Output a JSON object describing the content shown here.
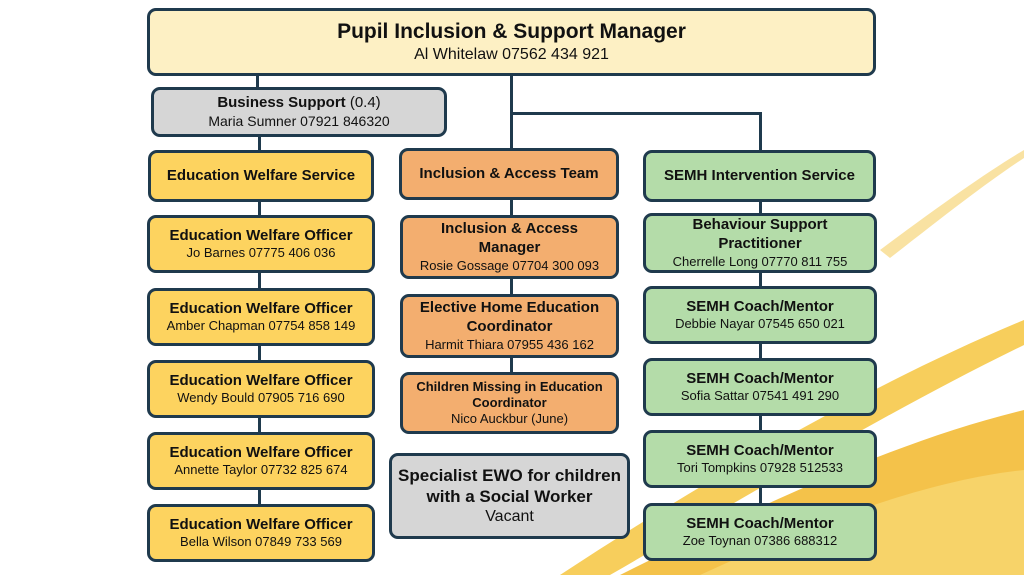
{
  "manager": {
    "title": "Pupil Inclusion & Support Manager",
    "person": "Al Whitelaw 07562 434 921"
  },
  "business": {
    "title": "Business Support",
    "fte": " (0.4)",
    "person": "Maria Sumner 07921 846320"
  },
  "columns": {
    "ews": {
      "header": "Education Welfare Service",
      "items": [
        {
          "title": "Education Welfare Officer",
          "person": "Jo Barnes 07775 406 036"
        },
        {
          "title": "Education Welfare Officer",
          "person": "Amber Chapman 07754 858 149"
        },
        {
          "title": "Education Welfare Officer",
          "person": "Wendy Bould 07905 716 690"
        },
        {
          "title": "Education Welfare Officer",
          "person": "Annette Taylor 07732 825 674"
        },
        {
          "title": "Education Welfare Officer",
          "person": "Bella Wilson 07849 733 569"
        }
      ]
    },
    "inclusion": {
      "header": "Inclusion & Access Team",
      "items": [
        {
          "title": "Inclusion & Access Manager",
          "person": "Rosie Gossage 07704 300 093"
        },
        {
          "title": "Elective Home Education Coordinator",
          "person": "Harmit Thiara 07955 436 162"
        },
        {
          "title": "Children Missing in Education Coordinator",
          "person": "Nico Auckbur (June)"
        }
      ],
      "specialist": {
        "title": "Specialist EWO for children with a Social Worker",
        "person": "Vacant"
      }
    },
    "semh": {
      "header": "SEMH Intervention Service",
      "items": [
        {
          "title": "Behaviour Support Practitioner",
          "person": "Cherrelle Long 07770 811 755"
        },
        {
          "title": "SEMH Coach/Mentor",
          "person": "Debbie Nayar 07545 650 021"
        },
        {
          "title": "SEMH Coach/Mentor",
          "person": "Sofia Sattar 07541 491 290"
        },
        {
          "title": "SEMH Coach/Mentor",
          "person": "Tori Tompkins 07928 512533"
        },
        {
          "title": "SEMH Coach/Mentor",
          "person": "Zoe Toynan 07386 688312"
        }
      ]
    }
  },
  "colors": {
    "yellow": "#fdd35f",
    "cream": "#fdf0c4",
    "grey": "#d6d6d6",
    "orange": "#f3ae6f",
    "green": "#b4dca9",
    "border": "#1f3a4d"
  }
}
